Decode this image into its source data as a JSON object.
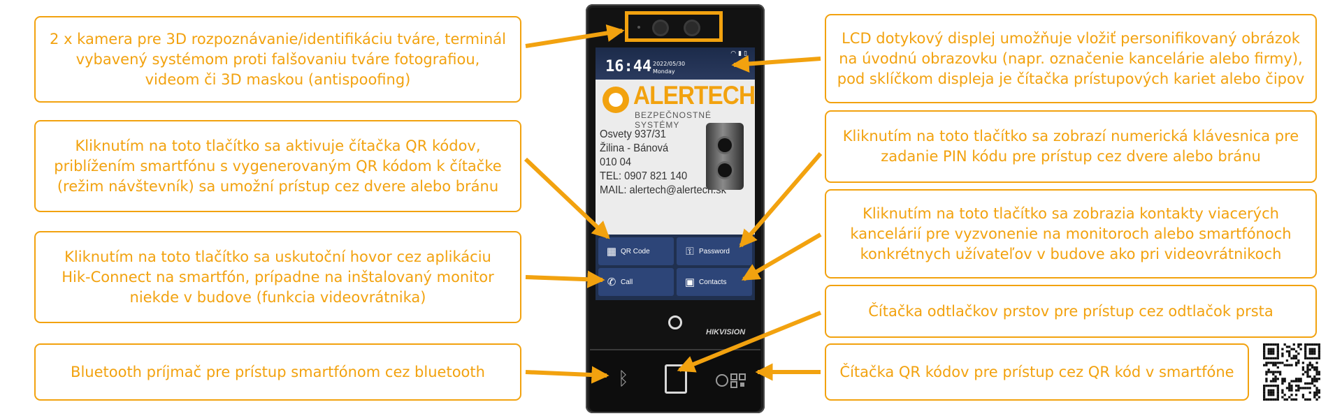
{
  "callouts": {
    "camera": "2 x kamera pre 3D rozpoznávanie/identifikáciu tváre, terminál vybavený systémom proti falšovaniu tváre fotografiou, videom či 3D maskou (antispoofing)",
    "qr_button": "Kliknutím na toto tlačítko sa aktivuje čítačka QR kódov, priblížením smartfónu s vygenerovaným QR kódom k čítačke (režim návštevník) sa umožní prístup cez dvere alebo bránu",
    "call_button": "Kliknutím na toto tlačítko sa uskutoční hovor cez aplikáciu Hik-Connect na smartfón, prípadne na inštalovaný monitor niekde v budove (funkcia videovrátnika)",
    "bluetooth": "Bluetooth príjmač pre prístup smartfónom cez bluetooth",
    "lcd": "LCD dotykový displej umožňuje vložiť personifikovaný obrázok na úvodnú obrazovku (napr. označenie kancelárie alebo firmy), pod sklíčkom displeja je čítačka prístupových kariet alebo čipov",
    "password_button": "Kliknutím na toto tlačítko sa zobrazí numerická klávesnica pre zadanie PIN kódu pre prístup cez dvere alebo bránu",
    "contacts_button": "Kliknutím na toto tlačítko sa zobrazia kontakty viacerých kancelárií pre vyzvonenie na monitoroch alebo smartfónoch konkrétnych užívateľov v budove ako pri videovrátnikoch",
    "fingerprint": "Čítačka odtlačkov prstov pre prístup cez odtlačok prsta",
    "qr_reader": "Čítačka QR kódov pre prístup cez QR kód v smartfóne"
  },
  "device": {
    "clock": "16:44",
    "date": "2022/05/30",
    "weekday": "Monday",
    "logo_title": "ALERTECH",
    "logo_subtitle": "BEZPEČNOSTNÉ SYSTÉMY",
    "address": [
      "Osvety 937/31",
      "Žilina - Bánová",
      "010 04",
      "TEL: 0907 821 140",
      "MAIL: alertech@alertech.sk"
    ],
    "buttons": {
      "qr_code": "QR Code",
      "password": "Password",
      "call": "Call",
      "contacts": "Contacts"
    },
    "brand": "HIKVISION"
  },
  "colors": {
    "accent": "#f2a20f",
    "device_body": "#121212",
    "screen_button": "#2d4578"
  },
  "icons": [
    "camera-icon",
    "qr-code-icon",
    "key-icon",
    "phone-icon",
    "contacts-icon",
    "bluetooth-icon",
    "fingerprint-icon",
    "qr-sensor-icon",
    "home-button-icon"
  ]
}
